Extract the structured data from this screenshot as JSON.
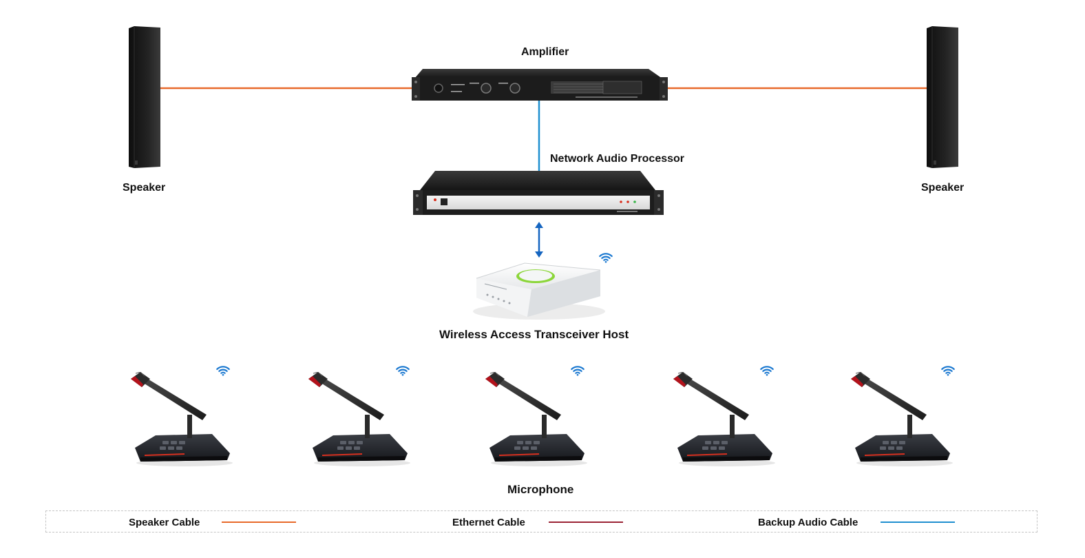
{
  "labels": {
    "amplifier": "Amplifier",
    "processor": "Network Audio Processor",
    "speaker_left": "Speaker",
    "speaker_right": "Speaker",
    "transceiver": "Wireless Access Transceiver Host",
    "microphone": "Microphone"
  },
  "legend": [
    {
      "label": "Speaker Cable",
      "color": "#e8692a"
    },
    {
      "label": "Ethernet Cable",
      "color": "#9b2335"
    },
    {
      "label": "Backup Audio Cable",
      "color": "#1e8fd0"
    }
  ],
  "colors": {
    "speaker_cable": "#e8692a",
    "backup_audio_cable": "#1e8fd0",
    "arrow": "#1565c0",
    "wifi": "#1a78d0",
    "device_dark": "#1a1a1a",
    "accent_red": "#d9301f",
    "led_green": "#8cd63a"
  },
  "icons": [
    "wifi-icon",
    "speaker-icon",
    "amplifier-icon",
    "processor-icon",
    "transceiver-icon",
    "microphone-icon"
  ]
}
